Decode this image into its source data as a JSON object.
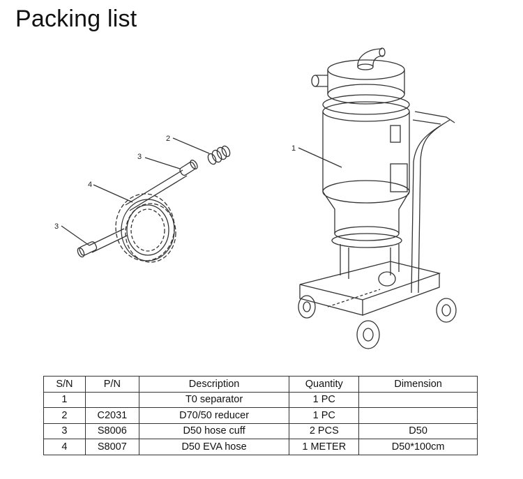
{
  "page": {
    "title": "Packing list"
  },
  "drawing": {
    "callouts": [
      "1",
      "2",
      "3",
      "4",
      "3"
    ]
  },
  "table": {
    "headers": [
      "S/N",
      "P/N",
      "Description",
      "Quantity",
      "Dimension"
    ],
    "rows": [
      [
        "1",
        "",
        "T0 separator",
        "1 PC",
        ""
      ],
      [
        "2",
        "C2031",
        "D70/50 reducer",
        "1 PC",
        ""
      ],
      [
        "3",
        "S8006",
        "D50 hose cuff",
        "2 PCS",
        "D50"
      ],
      [
        "4",
        "S8007",
        "D50 EVA hose",
        "1 METER",
        "D50*100cm"
      ]
    ]
  }
}
